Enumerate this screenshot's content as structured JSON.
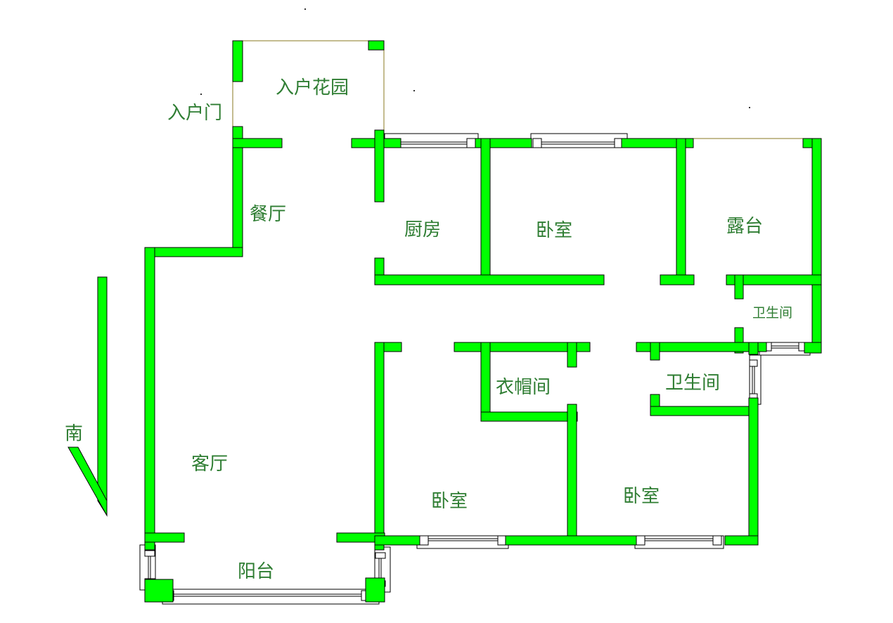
{
  "plan": {
    "wall_color": "#00ff00",
    "label_color": "#2e7d32",
    "rooms": [
      {
        "id": "entry_door",
        "label": "入户门"
      },
      {
        "id": "entry_garden",
        "label": "入户花园"
      },
      {
        "id": "dining",
        "label": "餐厅"
      },
      {
        "id": "kitchen",
        "label": "厨房"
      },
      {
        "id": "bedroom_north",
        "label": "卧室"
      },
      {
        "id": "terrace",
        "label": "露台"
      },
      {
        "id": "bathroom_small",
        "label": "卫生间"
      },
      {
        "id": "cloakroom",
        "label": "衣帽间"
      },
      {
        "id": "bathroom_master",
        "label": "卫生间"
      },
      {
        "id": "living",
        "label": "客厅"
      },
      {
        "id": "bedroom_sw",
        "label": "卧室"
      },
      {
        "id": "bedroom_se",
        "label": "卧室"
      },
      {
        "id": "balcony",
        "label": "阳台"
      }
    ],
    "compass": {
      "label": "南",
      "direction": "south"
    }
  }
}
